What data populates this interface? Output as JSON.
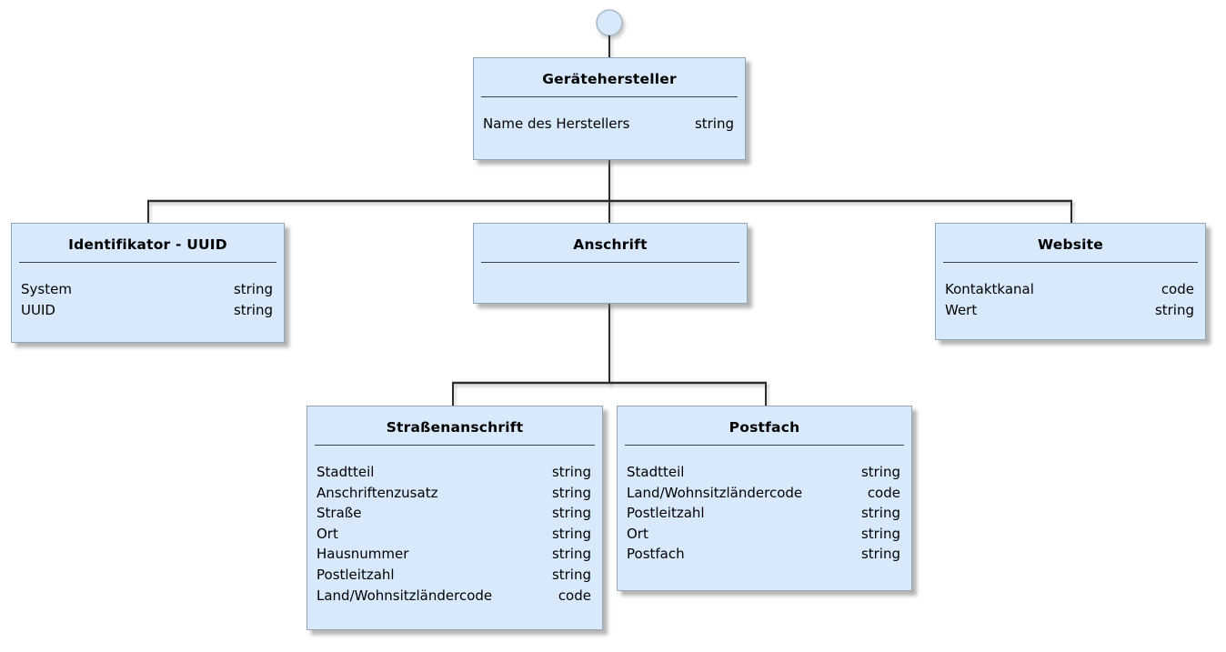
{
  "colors": {
    "box_fill": "#d7e9fb",
    "box_border": "#93a6b5",
    "underline": "#36424e",
    "connector": "#2d2d2d",
    "circle_fill": "#d7e9fb",
    "circle_border": "#a7bac9",
    "text": "#000000"
  },
  "entities": [
    {
      "title": "Gerätehersteller",
      "attributes": [
        {
          "name": "Name des Herstellers",
          "type": "string"
        }
      ]
    },
    {
      "title": "Identifikator - UUID",
      "attributes": [
        {
          "name": "System",
          "type": "string"
        },
        {
          "name": "UUID",
          "type": "string"
        }
      ]
    },
    {
      "title": "Anschrift",
      "attributes": []
    },
    {
      "title": "Website",
      "attributes": [
        {
          "name": "Kontaktkanal",
          "type": "code"
        },
        {
          "name": "Wert",
          "type": "string"
        }
      ]
    },
    {
      "title": "Straßenanschrift",
      "attributes": [
        {
          "name": "Stadtteil",
          "type": "string"
        },
        {
          "name": "Anschriftenzusatz",
          "type": "string"
        },
        {
          "name": "Straße",
          "type": "string"
        },
        {
          "name": "Ort",
          "type": "string"
        },
        {
          "name": "Hausnummer",
          "type": "string"
        },
        {
          "name": "Postleitzahl",
          "type": "string"
        },
        {
          "name": "Land/Wohnsitzländercode",
          "type": "code"
        }
      ]
    },
    {
      "title": "Postfach",
      "attributes": [
        {
          "name": "Stadtteil",
          "type": "string"
        },
        {
          "name": "Land/Wohnsitzländercode",
          "type": "code"
        },
        {
          "name": "Postleitzahl",
          "type": "string"
        },
        {
          "name": "Ort",
          "type": "string"
        },
        {
          "name": "Postfach",
          "type": "string"
        }
      ]
    }
  ]
}
